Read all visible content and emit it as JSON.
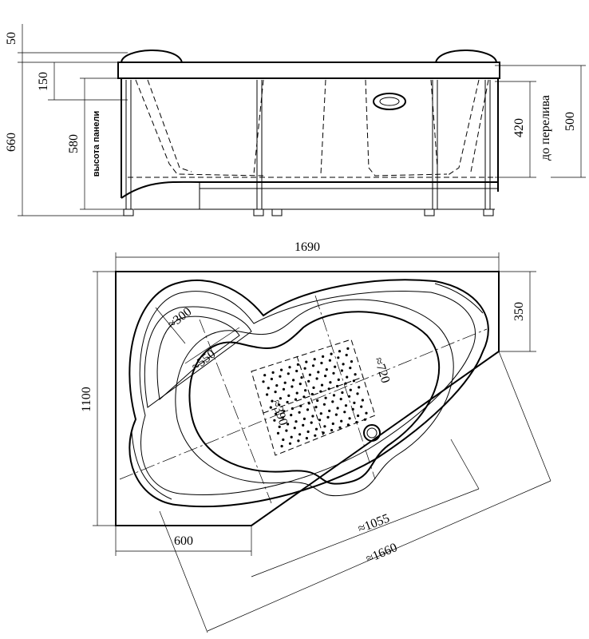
{
  "drawing": {
    "side_view": {
      "dimensions": {
        "d50": "50",
        "d150": "150",
        "d660": "660",
        "d580": "580",
        "panel_height_label": "высота панели",
        "d420": "420",
        "overflow_label": "до перелива",
        "d500": "500"
      }
    },
    "top_view": {
      "dimensions": {
        "d1690": "1690",
        "d350": "350",
        "d1100": "1100",
        "d600": "600",
        "d300": "≈300",
        "d550": "≈550",
        "d720": "≈720",
        "d390": "≈390",
        "d1055": "≈1055",
        "d1660": "≈1660"
      }
    }
  }
}
